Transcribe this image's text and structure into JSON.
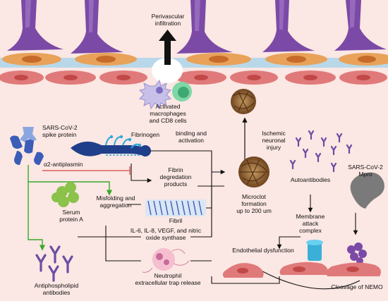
{
  "labels": {
    "perivascular": "Perivascular\ninfiltration",
    "activated_cells": "Activated\nmacrophages\nand CD8 cells",
    "spike": "SARS-CoV-2\nspike protein",
    "fibrinogen": "Fibrinogen",
    "binding": "binding and\nactivation",
    "ischemic": "Ischemic\nneuronal\ninjury",
    "antiplasmin": "α2-antiplasmin",
    "fdp": "Fibrin\ndegredation\nproducts",
    "autoantibodies": "Autoantibodies",
    "mpro": "SARS-CoV-2\nMpro",
    "serum_amyloid": "Serum\nprotein A",
    "misfolding": "Misfolding and\naggregation",
    "fibril": "Fibril",
    "microclot": "Microclot\nformation\nup to 200 um",
    "mac": "Membrane\nattack\ncomplex",
    "cytokines": "IL-6, IL-8, VEGF, and nitric\noxide synthase",
    "endothelial": "Endothelial dysfunction",
    "net": "Neutrophil\nextracellular trap release",
    "antiphospholipid": "Antiphospholipid\nantibodies",
    "nemo": "Cleavage of NEMO"
  },
  "colors": {
    "tissue_bg": "#fbe7e3",
    "pericyte": "#7b4aa6",
    "vessel_wall": "#b8d8ea",
    "endothelial_cell": "#e07a7a",
    "smooth_muscle": "#e8a25a",
    "green_arrow": "#3aa82a",
    "inhibition": "#d9443a",
    "clot": "#8a5a2a",
    "antibody": "#6a4ea3"
  },
  "icons": [
    "up-arrow-icon",
    "macrophage-icon",
    "cd8-cell-icon",
    "spike-protein-icon",
    "fibrinogen-icon",
    "microclot-icon",
    "antibody-icon",
    "mpro-icon",
    "serum-amyloid-icon",
    "fibril-icon",
    "neutrophil-icon",
    "mac-channel-icon",
    "endothelial-cell-icon"
  ]
}
